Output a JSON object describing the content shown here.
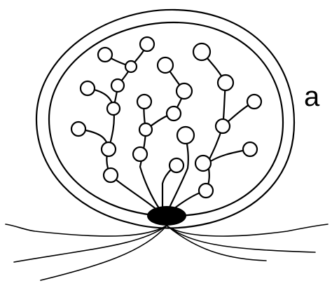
{
  "figure": {
    "panel_label": "a",
    "ink_color": "#000000",
    "background": "#ffffff",
    "parts": [
      "outer-capsule",
      "inner-wall",
      "branching-cell-chains",
      "dark-basal-body",
      "external-filaments"
    ]
  }
}
